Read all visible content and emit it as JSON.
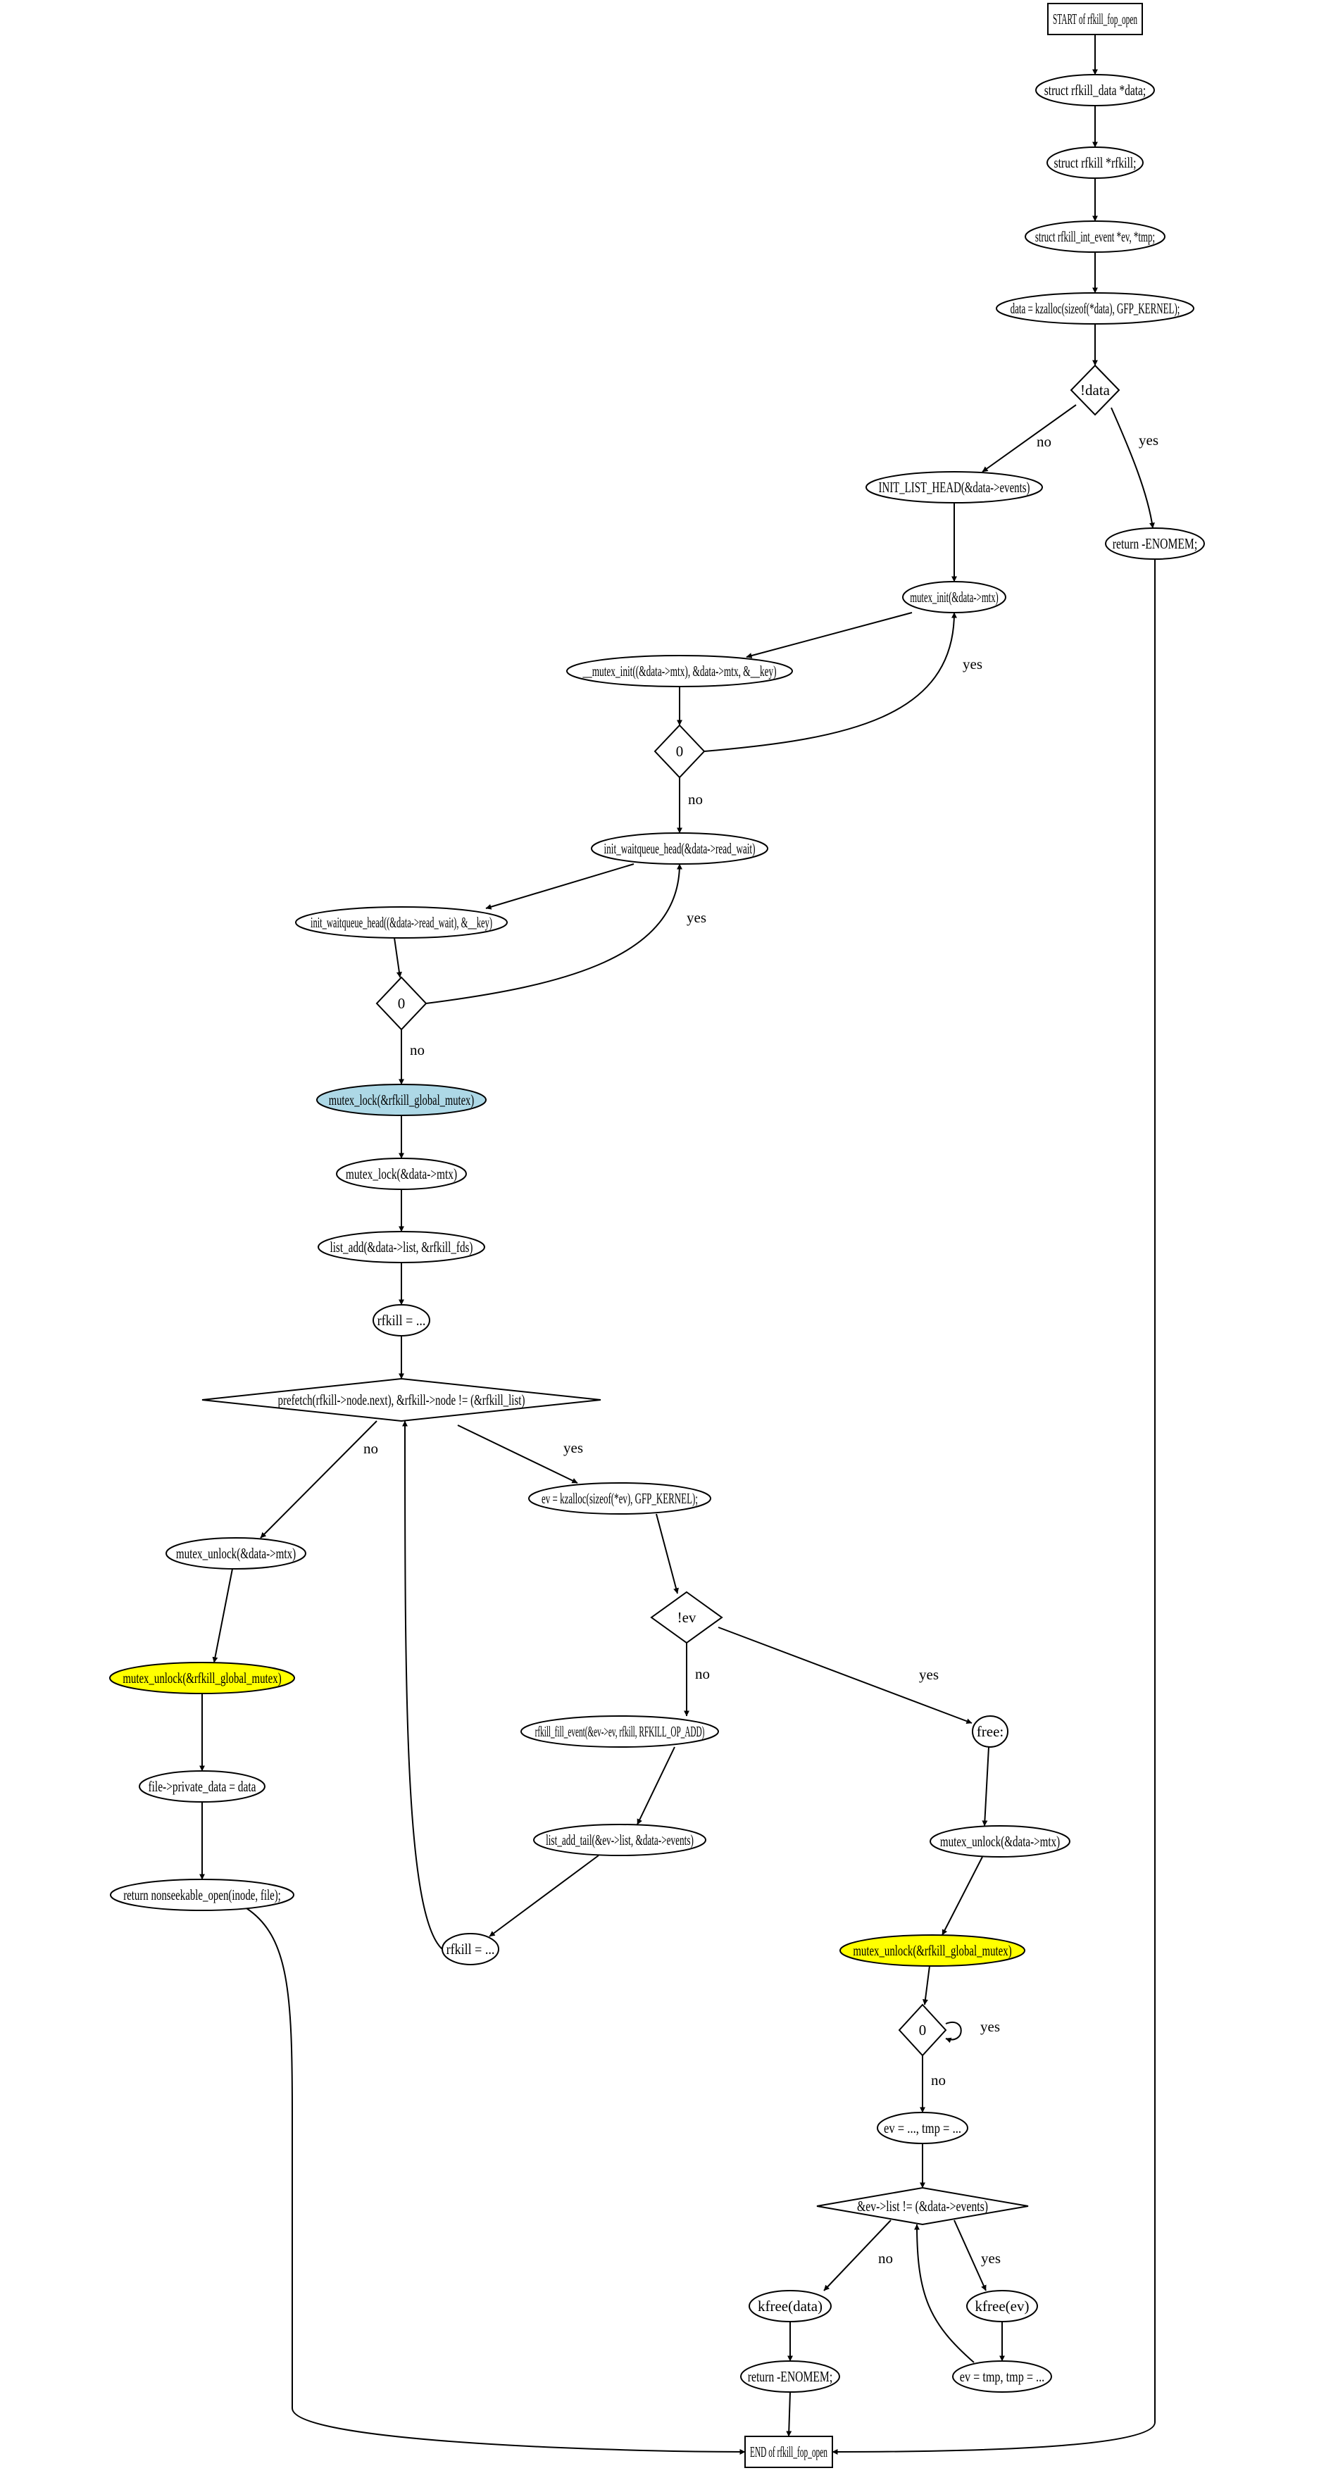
{
  "colors": {
    "default_fill": "#ffffff",
    "lightblue": "#add8e6",
    "yellow": "#ffff00",
    "stroke": "#000000"
  },
  "nodes": {
    "start": {
      "label": "START of rfkill_fop_open",
      "shape": "box"
    },
    "n_data_decl": {
      "label": "struct rfkill_data *data;",
      "shape": "ellipse"
    },
    "n_rfkill_decl": {
      "label": "struct rfkill *rfkill;",
      "shape": "ellipse"
    },
    "n_ev_decl": {
      "label": "struct rfkill_int_event *ev, *tmp;",
      "shape": "ellipse"
    },
    "n_kzalloc_data": {
      "label": "data = kzalloc(sizeof(*data), GFP_KERNEL);",
      "shape": "ellipse"
    },
    "d_not_data": {
      "label": "!data",
      "shape": "diamond"
    },
    "n_init_list": {
      "label": "INIT_LIST_HEAD(&data->events)",
      "shape": "ellipse"
    },
    "n_return_enomem_1": {
      "label": "return -ENOMEM;",
      "shape": "ellipse"
    },
    "n_mutex_init": {
      "label": "mutex_init(&data->mtx)",
      "shape": "ellipse"
    },
    "n_mutex_init_inner": {
      "label": "__mutex_init((&data->mtx), &data->mtx, &__key)",
      "shape": "ellipse"
    },
    "d_zero_1": {
      "label": "0",
      "shape": "diamond"
    },
    "n_init_wq": {
      "label": "init_waitqueue_head(&data->read_wait)",
      "shape": "ellipse"
    },
    "n_init_wq_inner": {
      "label": "init_waitqueue_head((&data->read_wait), &__key)",
      "shape": "ellipse"
    },
    "d_zero_2": {
      "label": "0",
      "shape": "diamond"
    },
    "n_lock_global": {
      "label": "mutex_lock(&rfkill_global_mutex)",
      "shape": "ellipse",
      "fill": "lightblue"
    },
    "n_lock_mtx": {
      "label": "mutex_lock(&data->mtx)",
      "shape": "ellipse"
    },
    "n_list_add": {
      "label": "list_add(&data->list, &rfkill_fds)",
      "shape": "ellipse"
    },
    "n_rfkill_assign_1": {
      "label": "rfkill = ...",
      "shape": "ellipse"
    },
    "d_prefetch": {
      "label": "prefetch(rfkill->node.next), &rfkill->node != (&rfkill_list)",
      "shape": "diamond"
    },
    "n_unlock_mtx_1": {
      "label": "mutex_unlock(&data->mtx)",
      "shape": "ellipse"
    },
    "n_kzalloc_ev": {
      "label": "ev = kzalloc(sizeof(*ev), GFP_KERNEL);",
      "shape": "ellipse"
    },
    "n_unlock_global_1": {
      "label": "mutex_unlock(&rfkill_global_mutex)",
      "shape": "ellipse",
      "fill": "yellow"
    },
    "d_not_ev": {
      "label": "!ev",
      "shape": "diamond"
    },
    "n_private_data": {
      "label": "file->private_data = data",
      "shape": "ellipse"
    },
    "n_fill_event": {
      "label": "rfkill_fill_event(&ev->ev, rfkill, RFKILL_OP_ADD)",
      "shape": "ellipse"
    },
    "n_free_label": {
      "label": "free:",
      "shape": "ellipse"
    },
    "n_list_add_tail": {
      "label": "list_add_tail(&ev->list, &data->events)",
      "shape": "ellipse"
    },
    "n_unlock_mtx_2": {
      "label": "mutex_unlock(&data->mtx)",
      "shape": "ellipse"
    },
    "n_return_nonseekable": {
      "label": "return nonseekable_open(inode, file);",
      "shape": "ellipse"
    },
    "n_rfkill_assign_2": {
      "label": "rfkill = ...",
      "shape": "ellipse"
    },
    "n_unlock_global_2": {
      "label": "mutex_unlock(&rfkill_global_mutex)",
      "shape": "ellipse",
      "fill": "yellow"
    },
    "d_zero_3": {
      "label": "0",
      "shape": "diamond"
    },
    "n_ev_tmp_assign": {
      "label": "ev = ..., tmp = ...",
      "shape": "ellipse"
    },
    "d_ev_list": {
      "label": "&ev->list != (&data->events)",
      "shape": "diamond"
    },
    "n_kfree_data": {
      "label": "kfree(data)",
      "shape": "ellipse"
    },
    "n_kfree_ev": {
      "label": "kfree(ev)",
      "shape": "ellipse"
    },
    "n_return_enomem_2": {
      "label": "return -ENOMEM;",
      "shape": "ellipse"
    },
    "n_ev_tmp_next": {
      "label": "ev = tmp, tmp = ...",
      "shape": "ellipse"
    },
    "end": {
      "label": "END of rfkill_fop_open",
      "shape": "box"
    }
  },
  "edges": [
    {
      "from": "start",
      "to": "n_data_decl",
      "label": ""
    },
    {
      "from": "n_data_decl",
      "to": "n_rfkill_decl",
      "label": ""
    },
    {
      "from": "n_rfkill_decl",
      "to": "n_ev_decl",
      "label": ""
    },
    {
      "from": "n_ev_decl",
      "to": "n_kzalloc_data",
      "label": ""
    },
    {
      "from": "n_kzalloc_data",
      "to": "d_not_data",
      "label": ""
    },
    {
      "from": "d_not_data",
      "to": "n_init_list",
      "label": "no"
    },
    {
      "from": "d_not_data",
      "to": "n_return_enomem_1",
      "label": "yes"
    },
    {
      "from": "n_init_list",
      "to": "n_mutex_init",
      "label": ""
    },
    {
      "from": "n_mutex_init",
      "to": "n_mutex_init_inner",
      "label": ""
    },
    {
      "from": "n_mutex_init_inner",
      "to": "d_zero_1",
      "label": ""
    },
    {
      "from": "d_zero_1",
      "to": "n_mutex_init",
      "label": "yes"
    },
    {
      "from": "d_zero_1",
      "to": "n_init_wq",
      "label": "no"
    },
    {
      "from": "n_init_wq",
      "to": "n_init_wq_inner",
      "label": ""
    },
    {
      "from": "n_init_wq_inner",
      "to": "d_zero_2",
      "label": ""
    },
    {
      "from": "d_zero_2",
      "to": "n_init_wq",
      "label": "yes"
    },
    {
      "from": "d_zero_2",
      "to": "n_lock_global",
      "label": "no"
    },
    {
      "from": "n_lock_global",
      "to": "n_lock_mtx",
      "label": ""
    },
    {
      "from": "n_lock_mtx",
      "to": "n_list_add",
      "label": ""
    },
    {
      "from": "n_list_add",
      "to": "n_rfkill_assign_1",
      "label": ""
    },
    {
      "from": "n_rfkill_assign_1",
      "to": "d_prefetch",
      "label": ""
    },
    {
      "from": "d_prefetch",
      "to": "n_unlock_mtx_1",
      "label": "no"
    },
    {
      "from": "d_prefetch",
      "to": "n_kzalloc_ev",
      "label": "yes"
    },
    {
      "from": "n_unlock_mtx_1",
      "to": "n_unlock_global_1",
      "label": ""
    },
    {
      "from": "n_kzalloc_ev",
      "to": "d_not_ev",
      "label": ""
    },
    {
      "from": "n_unlock_global_1",
      "to": "n_private_data",
      "label": ""
    },
    {
      "from": "d_not_ev",
      "to": "n_fill_event",
      "label": "no"
    },
    {
      "from": "d_not_ev",
      "to": "n_free_label",
      "label": "yes"
    },
    {
      "from": "n_private_data",
      "to": "n_return_nonseekable",
      "label": ""
    },
    {
      "from": "n_fill_event",
      "to": "n_list_add_tail",
      "label": ""
    },
    {
      "from": "n_free_label",
      "to": "n_unlock_mtx_2",
      "label": ""
    },
    {
      "from": "n_list_add_tail",
      "to": "n_rfkill_assign_2",
      "label": ""
    },
    {
      "from": "n_rfkill_assign_2",
      "to": "d_prefetch",
      "label": ""
    },
    {
      "from": "n_unlock_mtx_2",
      "to": "n_unlock_global_2",
      "label": ""
    },
    {
      "from": "n_unlock_global_2",
      "to": "d_zero_3",
      "label": ""
    },
    {
      "from": "d_zero_3",
      "to": "d_zero_3",
      "label": "yes"
    },
    {
      "from": "d_zero_3",
      "to": "n_ev_tmp_assign",
      "label": "no"
    },
    {
      "from": "n_ev_tmp_assign",
      "to": "d_ev_list",
      "label": ""
    },
    {
      "from": "d_ev_list",
      "to": "n_kfree_data",
      "label": "no"
    },
    {
      "from": "d_ev_list",
      "to": "n_kfree_ev",
      "label": "yes"
    },
    {
      "from": "n_kfree_data",
      "to": "n_return_enomem_2",
      "label": ""
    },
    {
      "from": "n_kfree_ev",
      "to": "n_ev_tmp_next",
      "label": ""
    },
    {
      "from": "n_ev_tmp_next",
      "to": "d_ev_list",
      "label": ""
    },
    {
      "from": "n_return_enomem_2",
      "to": "end",
      "label": ""
    },
    {
      "from": "n_return_nonseekable",
      "to": "end",
      "label": ""
    },
    {
      "from": "n_return_enomem_1",
      "to": "end",
      "label": ""
    }
  ]
}
